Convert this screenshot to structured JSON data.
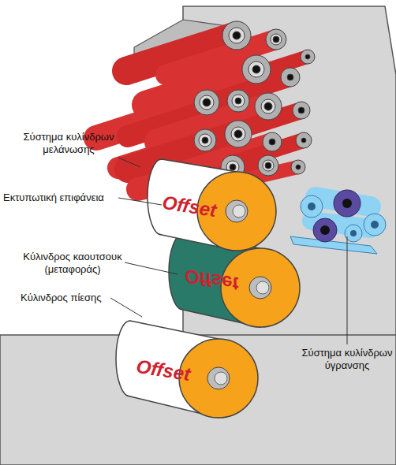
{
  "diagram": {
    "labels": [
      "Σύστημα κυλίνδρων μελάνωσης",
      "Εκτυπωτική επιφάνεια",
      "Κύλινδρος καουτσουκ (μεταφοράς)",
      "Κύλινδρος πίεσης",
      "Σύστημα κυλίνδρων ύγρανσης",
      "Offset",
      "Offset",
      "Offset"
    ]
  }
}
